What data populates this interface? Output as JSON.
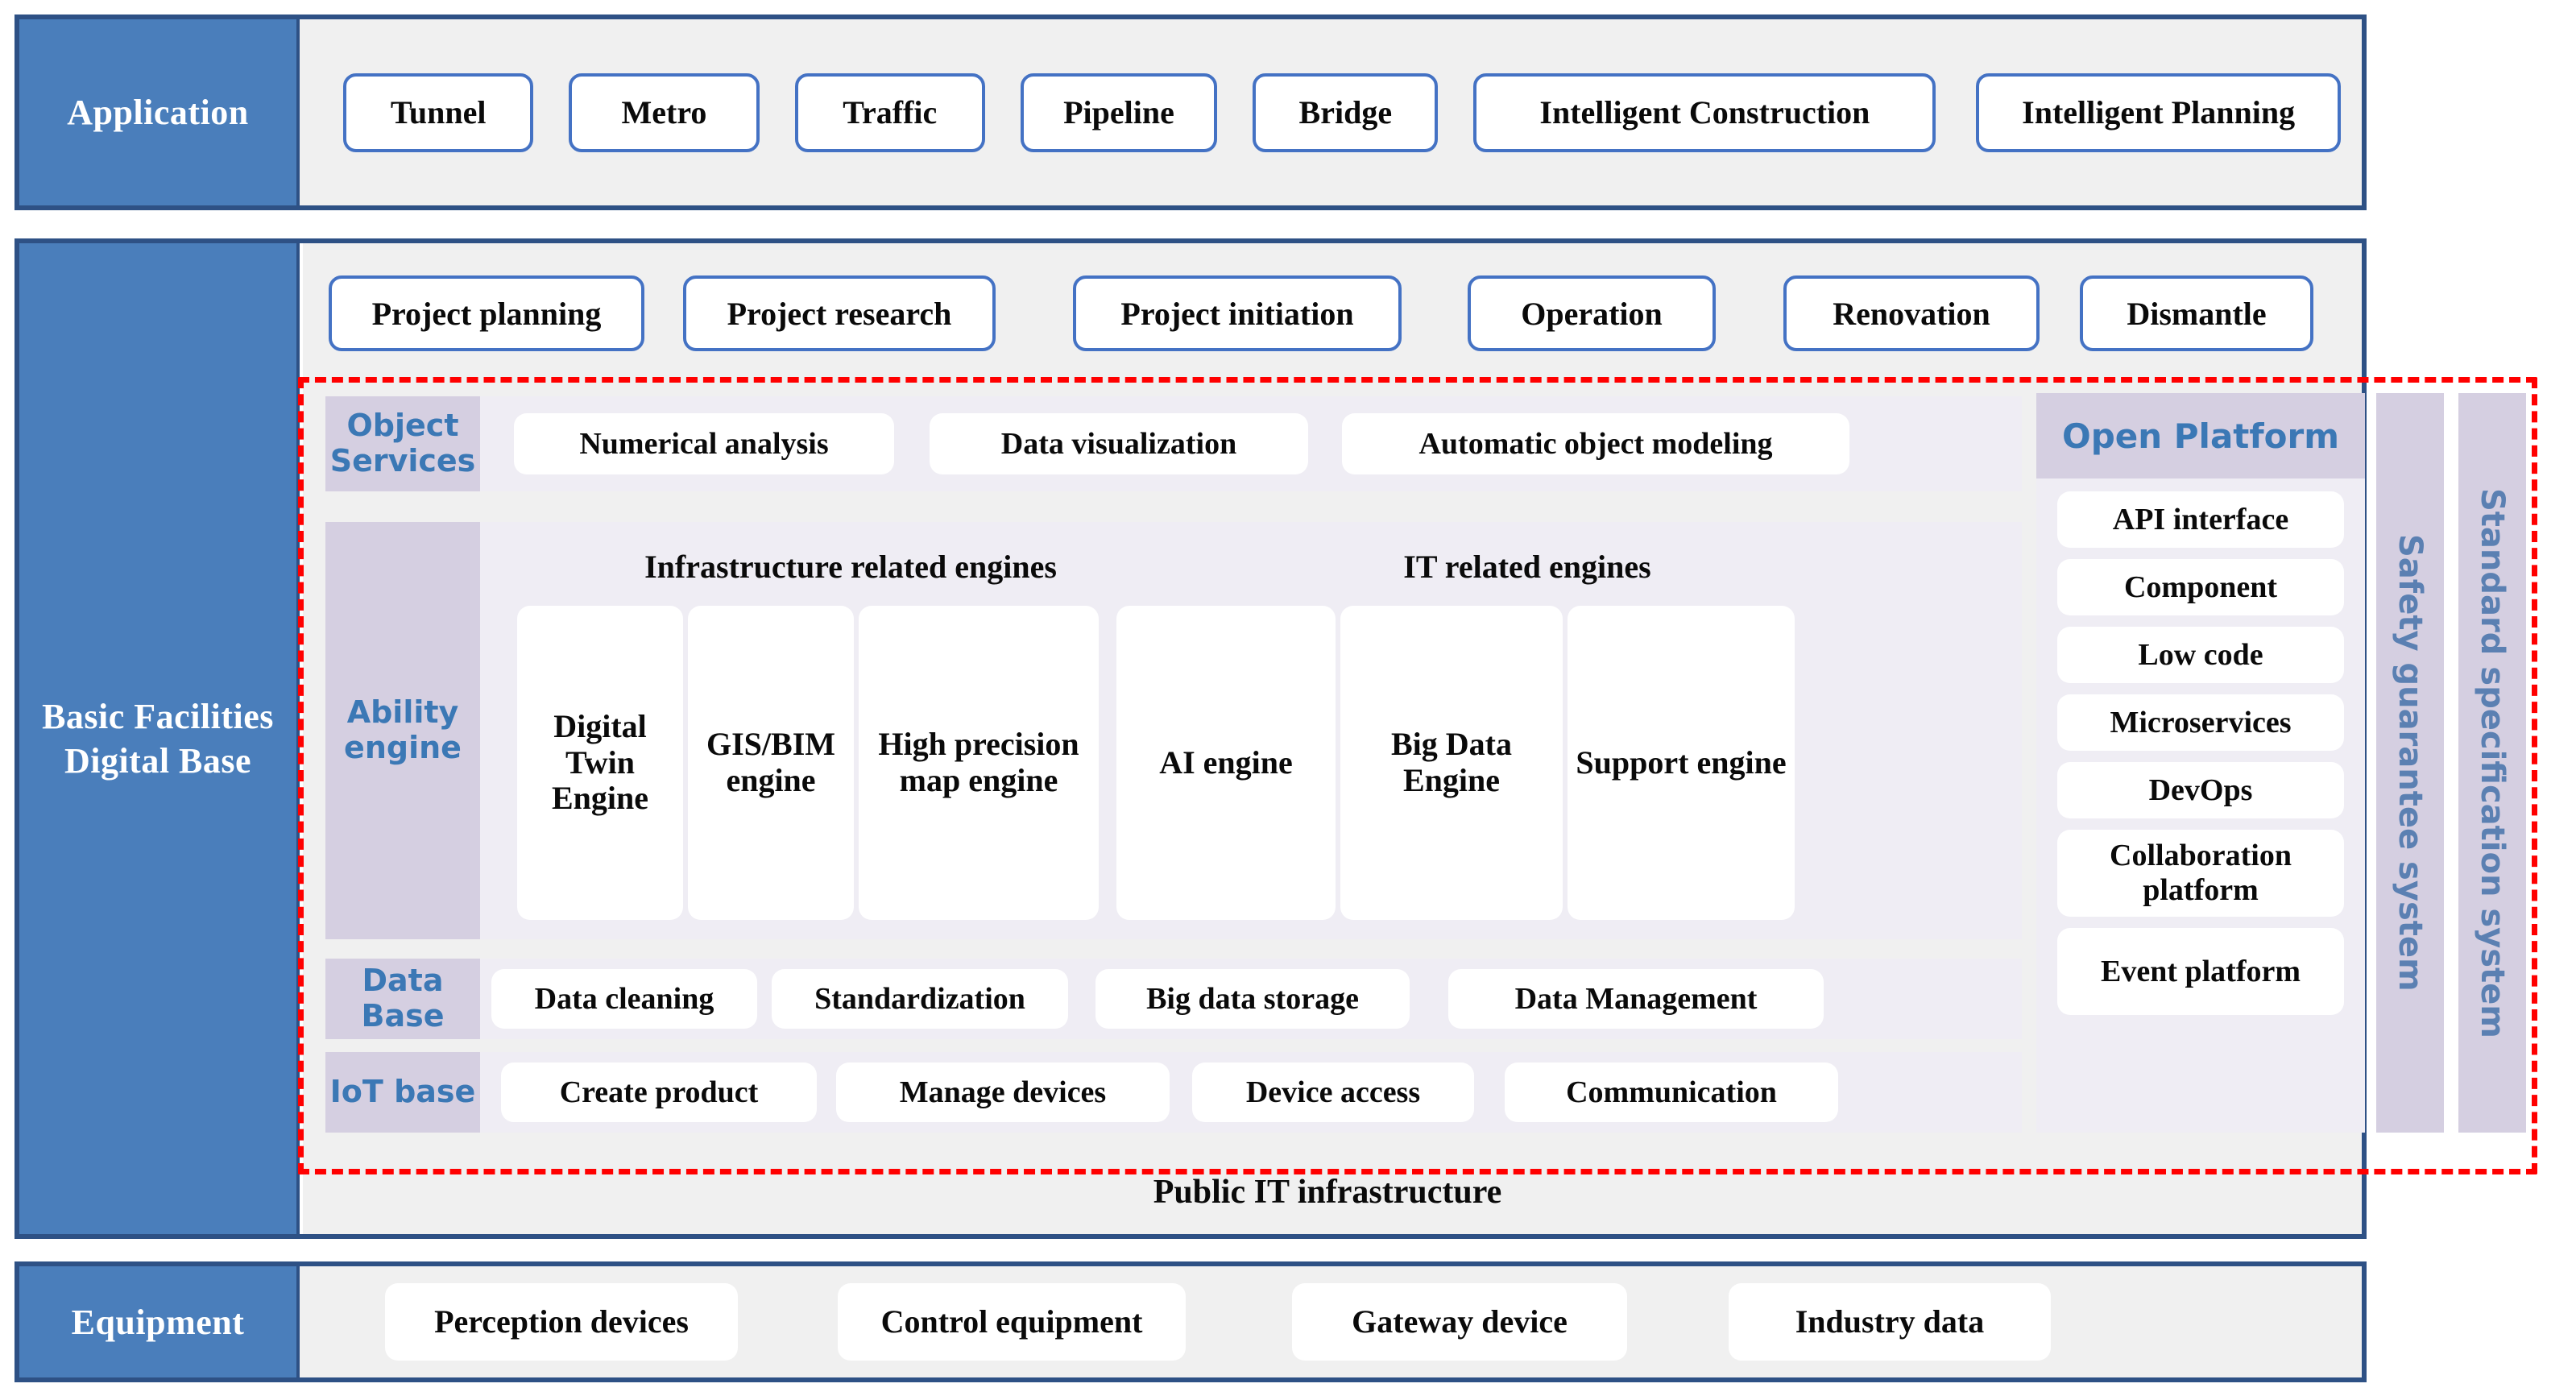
{
  "layers": {
    "application": {
      "label": "Application",
      "items": [
        "Tunnel",
        "Metro",
        "Traffic",
        "Pipeline",
        "Bridge",
        "Intelligent Construction",
        "Intelligent Planning"
      ]
    },
    "basic": {
      "label": "Basic Facilities Digital Base",
      "lifecycle": [
        "Project planning",
        "Project research",
        "Project initiation",
        "Operation",
        "Renovation",
        "Dismantle"
      ],
      "rows": [
        {
          "key": "Object Services",
          "items": [
            "Numerical analysis",
            "Data visualization",
            "Automatic object modeling"
          ]
        },
        {
          "key": "Ability engine",
          "groups": [
            {
              "title": "Infrastructure related engines",
              "engines": [
                "Digital Twin Engine",
                "GIS/BIM engine",
                "High precision map engine"
              ]
            },
            {
              "title": "IT related engines",
              "engines": [
                "AI engine",
                "Big Data Engine",
                "Support engine"
              ]
            }
          ]
        },
        {
          "key": "Data Base",
          "items": [
            "Data cleaning",
            "Standardization",
            "Big data storage",
            "Data Management"
          ]
        },
        {
          "key": "IoT base",
          "items": [
            "Create product",
            "Manage devices",
            "Device access",
            "Communication"
          ]
        }
      ],
      "open_platform": {
        "title": "Open Platform",
        "items": [
          "API interface",
          "Component",
          "Low code",
          "Microservices",
          "DevOps",
          "Collaboration platform",
          "Event platform"
        ]
      },
      "side_systems": [
        "Safety guarantee system",
        "Standard specification system"
      ],
      "public_it": "Public IT infrastructure"
    },
    "equipment": {
      "label": "Equipment",
      "items": [
        "Perception devices",
        "Control equipment",
        "Gateway device",
        "Industry data"
      ]
    }
  },
  "colors": {
    "band_blue": "#4A7EBB",
    "band_border": "#2E5185",
    "pill_border": "#4472C4",
    "key_purple": "#D5CFE1",
    "key_text_blue": "#3B78B5",
    "panel_grey": "#F0F0F0",
    "panel_lilac": "#EFEDF4",
    "highlight_red": "#FF0000"
  }
}
